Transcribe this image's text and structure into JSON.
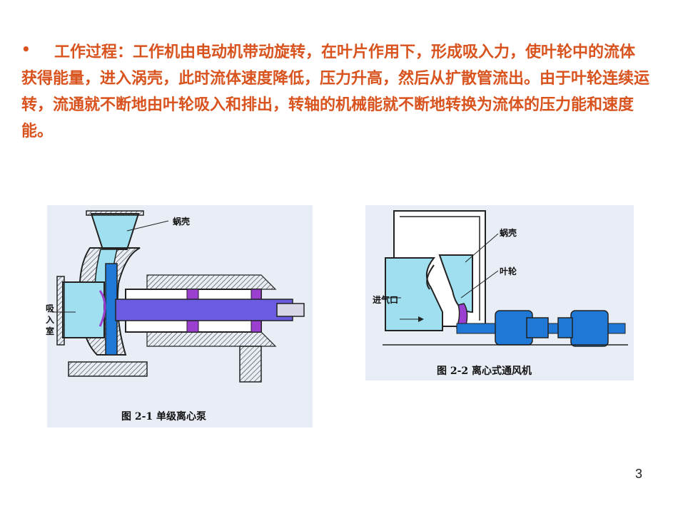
{
  "bullet": {
    "marker": "•",
    "text": "工作过程：工作机由电动机带动旋转，在叶片作用下，形成吸入力，使叶轮中的流体获得能量，进入涡壳，此时流体速度降低，压力升高，然后从扩散管流出。由于叶轮连续运转，流通就不断地由叶轮吸入和排出，转轴的机械能就不断地转换为流体的压力能和速度能。"
  },
  "figure1": {
    "caption": "图 2-1   单级离心泵",
    "label_volute": "蜗壳",
    "label_suction_1": "吸",
    "label_suction_2": "入",
    "label_suction_3": "室"
  },
  "figure2": {
    "caption": "图 2-2   离心式通风机",
    "label_volute": "蜗壳",
    "label_impeller": "叶轮",
    "label_inlet": "进气口"
  },
  "page_number": "3",
  "colors": {
    "text_accent": "#d9531e",
    "fluid": "#9fdff0",
    "shaft": "#6a5be0",
    "motor": "#1f78d6",
    "impeller": "#9b3fd1"
  }
}
